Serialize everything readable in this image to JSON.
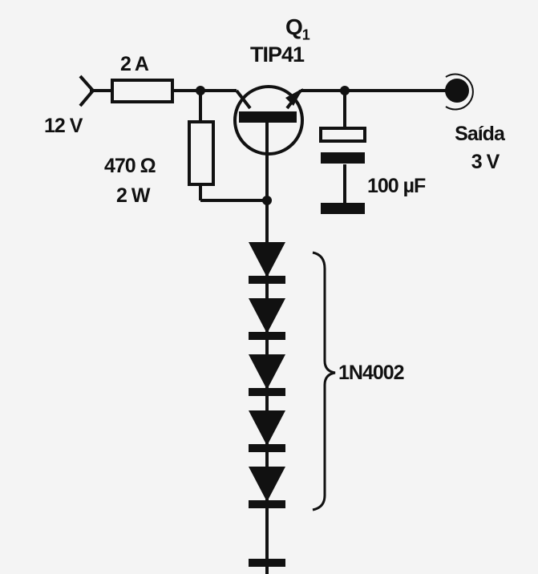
{
  "transistor": {
    "ref": "Q",
    "ref_sub": "1",
    "part": "TIP41"
  },
  "fuse": {
    "rating": "2 A"
  },
  "input": {
    "voltage": "12 V"
  },
  "resistor": {
    "value": "470 Ω",
    "power": "2 W"
  },
  "capacitor": {
    "value": "100 µF"
  },
  "output": {
    "label": "Saída",
    "voltage": "3 V"
  },
  "diodes": {
    "part": "1N4002",
    "count": 5
  },
  "colors": {
    "ink": "#111111",
    "paper": "#f4f4f4"
  }
}
